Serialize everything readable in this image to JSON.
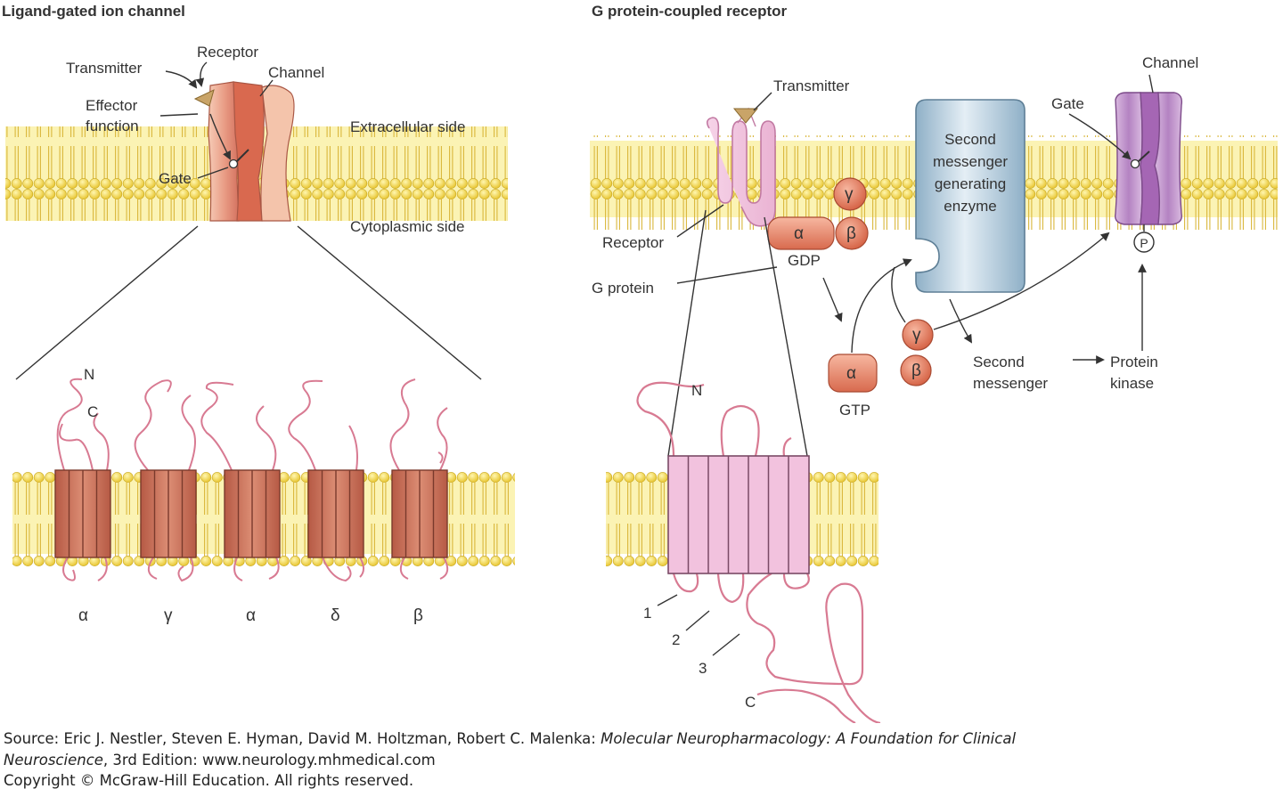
{
  "left_panel": {
    "title": "Ligand-gated ion channel",
    "labels": {
      "transmitter": "Transmitter",
      "receptor": "Receptor",
      "channel": "Channel",
      "effector_line1": "Effector",
      "effector_line2": "function",
      "gate": "Gate",
      "extracellular": "Extracellular side",
      "cytoplasmic": "Cytoplasmic side",
      "n_terminus": "N",
      "c_terminus": "C"
    },
    "subunits": [
      "α",
      "γ",
      "α",
      "δ",
      "β"
    ]
  },
  "right_panel": {
    "title": "G protein-coupled receptor",
    "labels": {
      "transmitter": "Transmitter",
      "receptor": "Receptor",
      "g_protein": "G protein",
      "gdp": "GDP",
      "gtp": "GTP",
      "alpha": "α",
      "beta": "β",
      "gamma": "γ",
      "enzyme_lines": [
        "Second",
        "messenger",
        "generating",
        "enzyme"
      ],
      "channel": "Channel",
      "gate": "Gate",
      "phospho": "P",
      "second_messenger_line1": "Second",
      "second_messenger_line2": "messenger",
      "protein_kinase_line1": "Protein",
      "protein_kinase_line2": "kinase",
      "n_terminus": "N",
      "c_terminus": "C",
      "loops": [
        "1",
        "2",
        "3"
      ]
    }
  },
  "footer": {
    "source_prefix": "Source: Eric J. Nestler, Steven E. Hyman, David M. Holtzman, Robert C. Malenka: ",
    "book_title_part1": "Molecular Neuropharmacology: A Foundation for Clinical",
    "book_title_part2": "Neuroscience",
    "edition": ", 3rd Edition: www.neurology.mhmedical.com",
    "copyright": "Copyright © McGraw-Hill Education. All rights reserved."
  },
  "colors": {
    "lipid_head": "#f2d64a",
    "lipid_bg": "#fbf3b4",
    "subunit_fill": "#c9745e",
    "receptor_pink": "#f2c2de",
    "loop_line": "#d87a92",
    "g_protein": "#ea8a70",
    "enzyme_fill": "#a9c3d6",
    "channel_purple": "#c9a0d2"
  }
}
